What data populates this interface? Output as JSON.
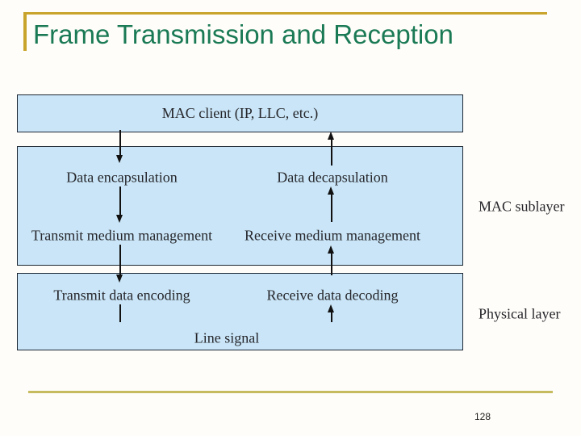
{
  "slide": {
    "title": "Frame Transmission and Reception",
    "page_number": "128"
  },
  "diagram": {
    "mac_client_label": "MAC client (IP, LLC, etc.)",
    "mac_sublayer": {
      "data_encapsulation": "Data encapsulation",
      "data_decapsulation": "Data decapsulation",
      "transmit_medium_management": "Transmit medium management",
      "receive_medium_management": "Receive medium management"
    },
    "physical_layer": {
      "transmit_data_encoding": "Transmit data encoding",
      "receive_data_decoding": "Receive data decoding",
      "line_signal": "Line signal"
    },
    "side_labels": {
      "mac_sublayer": "MAC sublayer",
      "physical_layer": "Physical layer"
    }
  },
  "colors": {
    "title_text": "#1a7a55",
    "accent_rule_top": "#c9a42c",
    "accent_rule_bottom": "#c6bb5e",
    "box_fill": "#c9e5f7",
    "box_border": "#1c2733",
    "diagram_text": "#26262b",
    "arrow": "#111111"
  }
}
